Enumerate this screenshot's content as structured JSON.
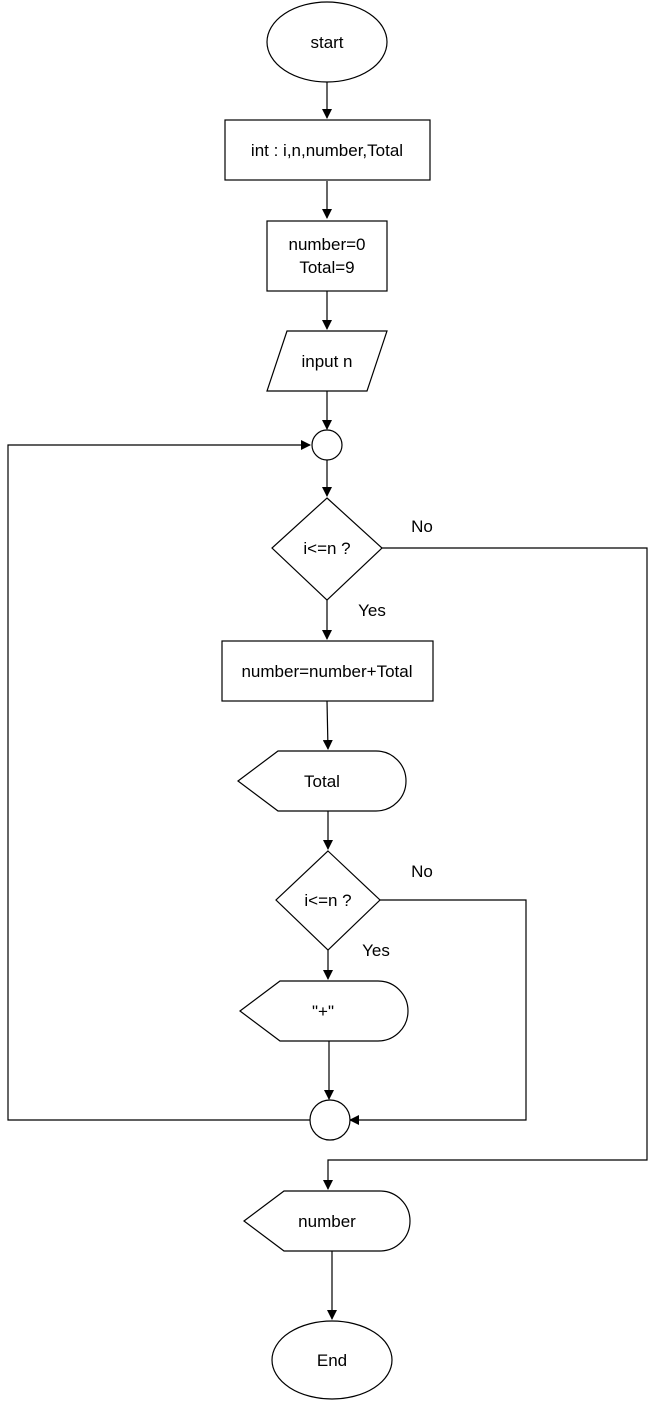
{
  "diagram": {
    "nodes": {
      "start": {
        "label": "start"
      },
      "declare": {
        "label": "int : i,n,number,Total"
      },
      "init": {
        "lines": [
          "number=0",
          "Total=9"
        ]
      },
      "input": {
        "label": "input n"
      },
      "decision1": {
        "label": "i<=n ?"
      },
      "process": {
        "label": "number=number+Total"
      },
      "display_total": {
        "label": "Total"
      },
      "decision2": {
        "label": "i<=n ?"
      },
      "display_plus": {
        "label": "\"+\""
      },
      "display_number": {
        "label": "number"
      },
      "end": {
        "label": "End"
      }
    },
    "edge_labels": {
      "d1_no": "No",
      "d1_yes": "Yes",
      "d2_no": "No",
      "d2_yes": "Yes"
    }
  }
}
